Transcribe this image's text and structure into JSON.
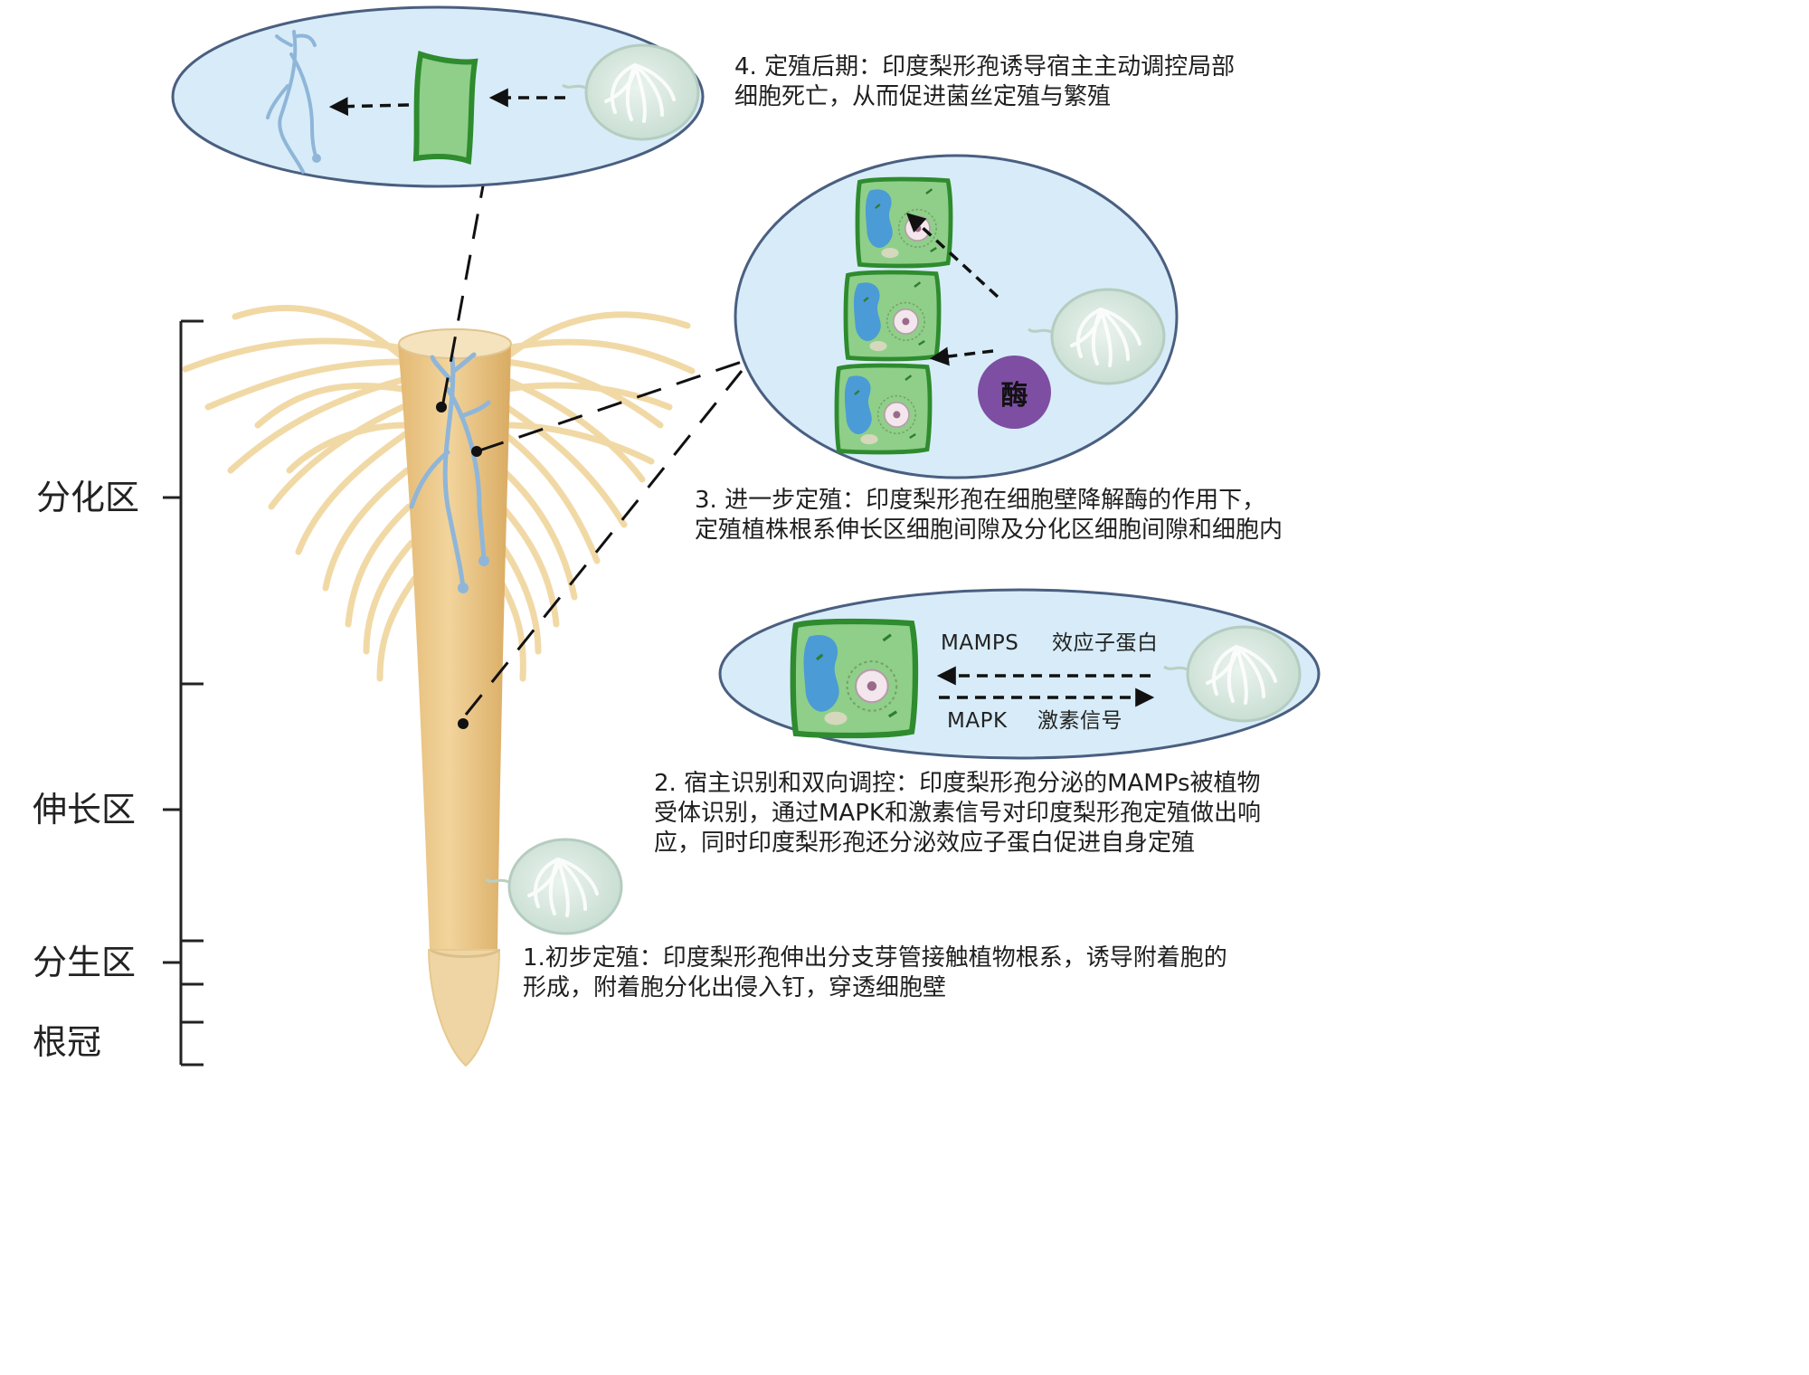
{
  "zones": {
    "differentiation": "分化区",
    "elongation": "伸长区",
    "meristem": "分生区",
    "root_cap": "根冠"
  },
  "steps": {
    "step4": [
      "4. 定殖后期：印度梨形孢诱导宿主主动调控局部",
      "细胞死亡，从而促进菌丝定殖与繁殖"
    ],
    "step3": [
      "3. 进一步定殖：印度梨形孢在细胞壁降解酶的作用下，",
      "定殖植株根系伸长区细胞间隙及分化区细胞间隙和细胞内"
    ],
    "step2": [
      "2. 宿主识别和双向调控：印度梨形孢分泌的MAMPs被植物",
      "受体识别，通过MAPK和激素信号对印度梨形孢定殖做出响",
      "应，同时印度梨形孢还分泌效应子蛋白促进自身定殖"
    ],
    "step1": [
      "1.初步定殖：印度梨形孢伸出分支芽管接触植物根系，诱导附着胞的",
      "形成，附着胞分化出侵入钉，穿透细胞壁"
    ]
  },
  "signals": {
    "mamps": "MAMPS",
    "effector": "效应子蛋白",
    "mapk": "MAPK",
    "hormone": "激素信号"
  },
  "enzyme_label": "酶",
  "colors": {
    "oval_fill": "#d7ecf8",
    "oval_stroke": "#4a5f80",
    "root": "#ecc98b",
    "hyphae": "#8fb6d9",
    "cell_wall": "#2e8b2e",
    "cell_fill": "#8fcf8a",
    "vacuole": "#4a9bd6",
    "spore": "#cde0d6",
    "enzyme": "#7e4ea3",
    "dead_cell": "#8fcf8a"
  },
  "icons": [
    "spore-icon",
    "plant-cell-icon",
    "dead-cell-icon",
    "hyphae-icon",
    "enzyme-icon"
  ]
}
